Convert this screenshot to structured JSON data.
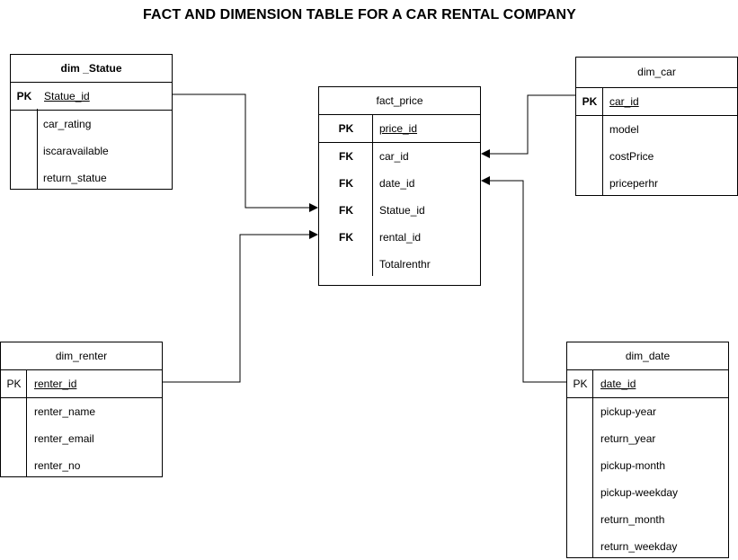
{
  "title": "FACT AND DIMENSION TABLE FOR A CAR RENTAL COMPANY",
  "tables": {
    "dim_statue": {
      "name": "dim _Statue",
      "pk": {
        "key": "PK",
        "field": "Statue_id"
      },
      "fields": [
        "car_rating",
        "iscaravailable",
        "return_statue"
      ]
    },
    "fact_price": {
      "name": "fact_price",
      "pk": {
        "key": "PK",
        "field": "price_id"
      },
      "fk_rows": [
        {
          "key": "FK",
          "field": "car_id"
        },
        {
          "key": "FK",
          "field": "date_id"
        },
        {
          "key": "FK",
          "field": "Statue_id"
        },
        {
          "key": "FK",
          "field": "rental_id"
        },
        {
          "key": "",
          "field": "Totalrenthr"
        }
      ]
    },
    "dim_car": {
      "name": "dim_car",
      "pk": {
        "key": "PK",
        "field": "car_id"
      },
      "fields": [
        "model",
        "costPrice",
        "priceperhr"
      ]
    },
    "dim_renter": {
      "name": "dim_renter",
      "pk": {
        "key": "PK",
        "field": "renter_id"
      },
      "fields": [
        "renter_name",
        "renter_email",
        "renter_no"
      ]
    },
    "dim_date": {
      "name": "dim_date",
      "pk": {
        "key": "PK",
        "field": "date_id"
      },
      "fields": [
        "pickup-year",
        "return_year",
        "pickup-month",
        "pickup-weekday",
        "return_month",
        "return_weekday"
      ]
    }
  }
}
